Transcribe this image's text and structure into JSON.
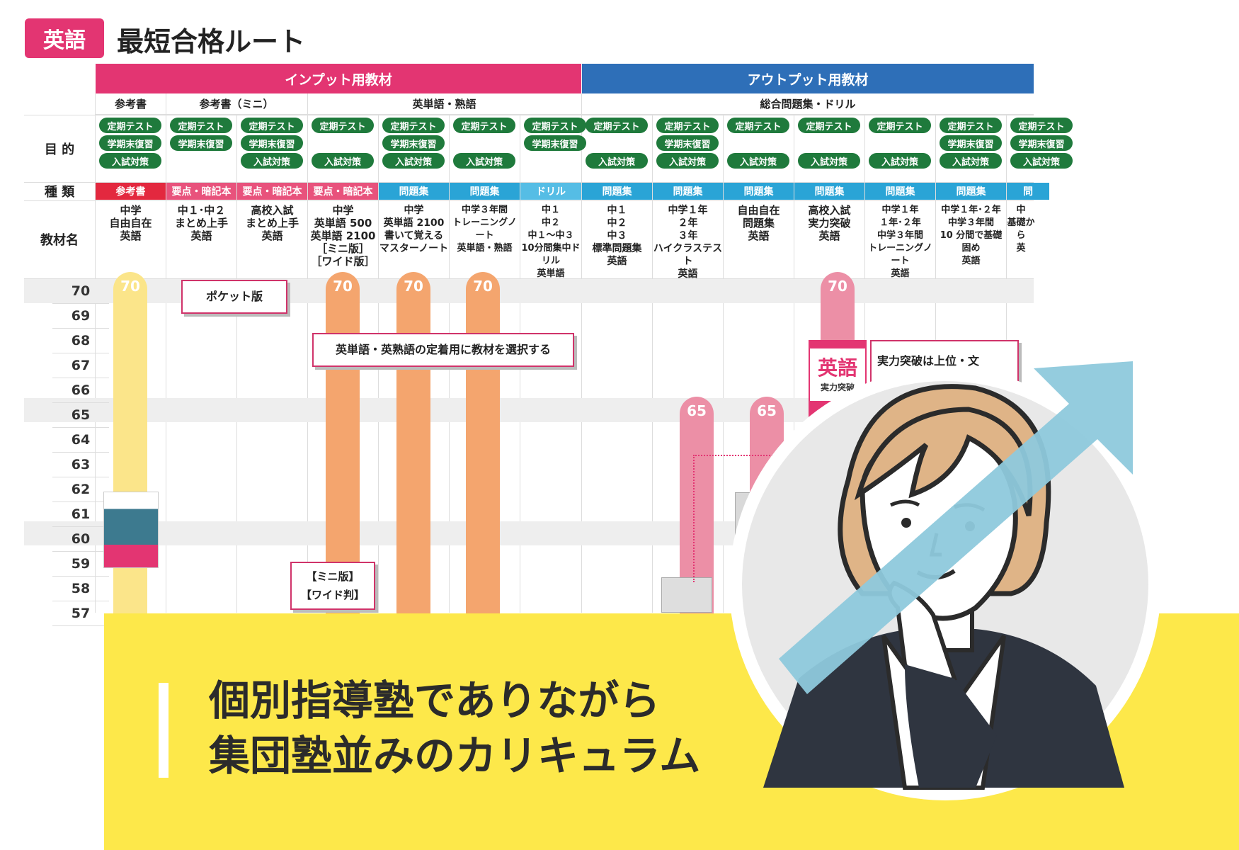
{
  "header": {
    "subject_badge": "英語",
    "title": "最短合格ルート"
  },
  "bands": {
    "input": "インプット用教材",
    "output": "アウトプット用教材"
  },
  "categories": {
    "ref": "参考書",
    "ref_mini": "参考書（ミニ）",
    "vocab": "英単語・熟語",
    "general": "総合問題集・ドリル"
  },
  "row_labels": {
    "purpose": "目 的",
    "type": "種 類",
    "name": "教材名"
  },
  "purposes": {
    "teiki": "定期テスト",
    "gakki": "学期末復習",
    "nyushi": "入試対策"
  },
  "columns": [
    {
      "kind": "参考書",
      "name": "中学\n自由自在\n英語"
    },
    {
      "kind": "要点・暗記本",
      "name": "中１･中２\nまとめ上手\n英語"
    },
    {
      "kind": "要点・暗記本",
      "name": "高校入試\nまとめ上手\n英語"
    },
    {
      "kind": "要点・暗記本",
      "name": "中学\n英単語 500\n英単語 2100\n［ミニ版］\n［ワイド版］"
    },
    {
      "kind": "問題集",
      "name": "中学\n英単語 2100\n書いて覚える\nマスターノート"
    },
    {
      "kind": "問題集",
      "name": "中学３年間\nトレーニングノート\n英単語・熟語"
    },
    {
      "kind": "ドリル",
      "name": "中１\n中２\n中１～中３\n10分間集中ドリル\n英単語"
    },
    {
      "kind": "問題集",
      "name": "中１\n中２\n中３\n標準問題集\n英語"
    },
    {
      "kind": "問題集",
      "name": "中学１年\n２年\n３年\nハイクラステスト\n英語"
    },
    {
      "kind": "問題集",
      "name": "自由自在\n問題集\n英語"
    },
    {
      "kind": "問題集",
      "name": "高校入試\n実力突破\n英語"
    },
    {
      "kind": "問題集",
      "name": "中学１年\n１年･２年\n中学３年間\nトレーニングノート\n英語"
    },
    {
      "kind": "問題集",
      "name": "中学１年･２年\n中学３年間\n10 分間で基礎固め\n英語"
    },
    {
      "kind": "問",
      "name": "中\n基礎から\n英"
    }
  ],
  "levels": [
    "70",
    "69",
    "68",
    "67",
    "66",
    "65",
    "64",
    "63",
    "62",
    "61",
    "60",
    "59",
    "58",
    "57"
  ],
  "bar_labels": {
    "a": "70",
    "b": "70",
    "c": "70",
    "d": "70",
    "e": "65",
    "f": "65",
    "g": "70"
  },
  "callouts": {
    "pocket": "ポケット版",
    "select": "英単語・英熟語の定着用に教材を選択する",
    "mini": "【ミニ版】\n【ワイド判】",
    "power": "実力突破は上位・文"
  },
  "book_cover": {
    "title": "英語",
    "sub": "実力突破"
  },
  "slogan": {
    "line1": "個別指導塾でありながら",
    "line2": "集団塾並みのカリキュラム"
  },
  "colors": {
    "pink": "#e33572",
    "blue": "#2e6fb8",
    "green": "#1f7a3c",
    "yellow": "#fde84a",
    "orange": "#f4a56e",
    "lightyellow": "#fbe58a",
    "rose": "#ec8fa6",
    "arrow": "#8ec9dc"
  }
}
